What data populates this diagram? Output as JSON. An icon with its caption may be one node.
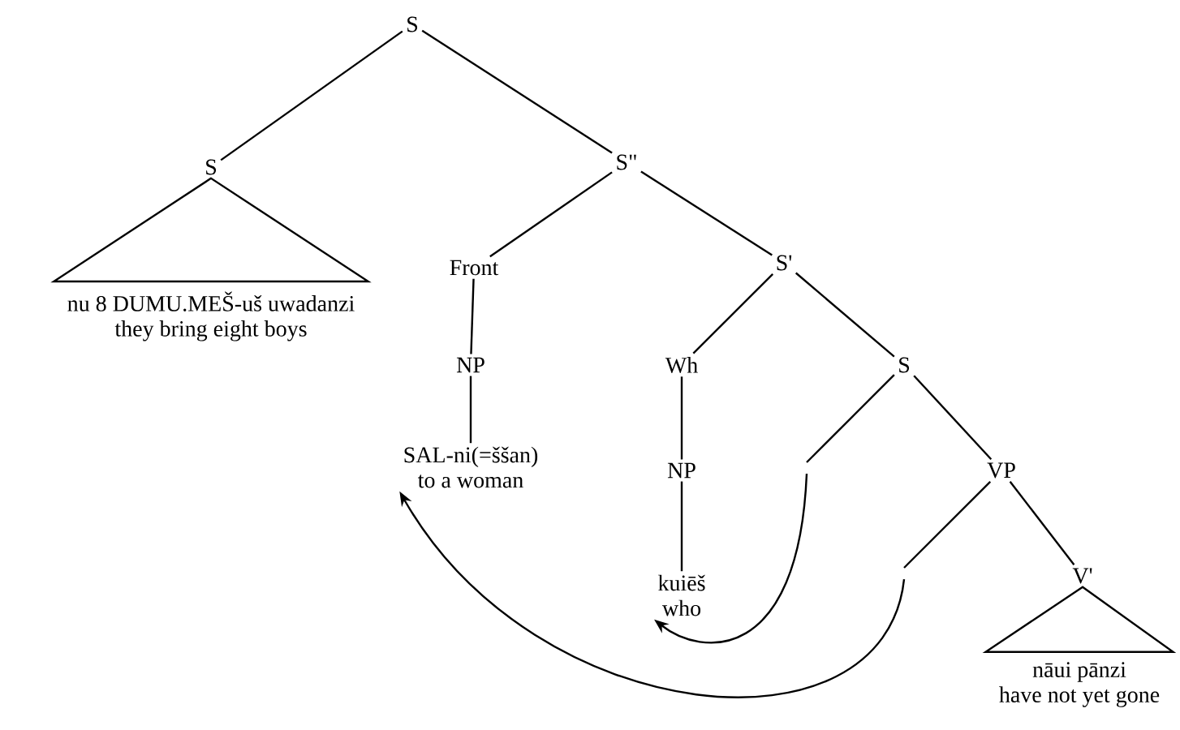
{
  "diagram": {
    "nodes": [
      {
        "text": [
          "S"
        ]
      },
      {
        "text": [
          "S"
        ]
      },
      {
        "text": [
          "S\""
        ]
      },
      {
        "text": [
          "nu 8 DUMU.MEŠ-uš uwadanzi",
          "they bring eight boys"
        ]
      },
      {
        "text": [
          "Front"
        ]
      },
      {
        "text": [
          "S'"
        ]
      },
      {
        "text": [
          "NP"
        ]
      },
      {
        "text": [
          "Wh"
        ]
      },
      {
        "text": [
          "S"
        ]
      },
      {
        "text": [
          "SAL-ni(=ššan)",
          "to a woman"
        ]
      },
      {
        "text": [
          "NP"
        ]
      },
      {
        "text": [
          "VP"
        ]
      },
      {
        "text": [
          "kuiēš",
          "who"
        ]
      },
      {
        "text": [
          "V'"
        ]
      },
      {
        "text": [
          "nāui pānzi",
          "have not yet gone"
        ]
      }
    ],
    "edges": [
      {
        "from": 0,
        "to": 1,
        "arrow": "none"
      },
      {
        "from": 0,
        "to": 2,
        "arrow": "none"
      },
      {
        "from": 1,
        "to": 3,
        "arrow": "none"
      },
      {
        "from": 2,
        "to": 4,
        "arrow": "none"
      },
      {
        "from": 2,
        "to": 5,
        "arrow": "none"
      },
      {
        "from": 4,
        "to": 6,
        "arrow": "none"
      },
      {
        "from": 6,
        "to": 9,
        "arrow": "none"
      },
      {
        "from": 5,
        "to": 7,
        "arrow": "none"
      },
      {
        "from": 5,
        "to": 8,
        "arrow": "none"
      },
      {
        "from": 7,
        "to": 10,
        "arrow": "none"
      },
      {
        "from": 10,
        "to": 12,
        "arrow": "none"
      },
      {
        "from": 8,
        "to": null,
        "arrow": "none"
      },
      {
        "from": 8,
        "to": 11,
        "arrow": "none"
      },
      {
        "from": 11,
        "to": null,
        "arrow": "none"
      },
      {
        "from": 11,
        "to": 13,
        "arrow": "none"
      },
      {
        "from": 13,
        "to": 14,
        "arrow": "none"
      },
      {
        "from": null,
        "to": 12,
        "arrow": "to"
      },
      {
        "from": null,
        "to": 9,
        "arrow": "to"
      }
    ]
  }
}
